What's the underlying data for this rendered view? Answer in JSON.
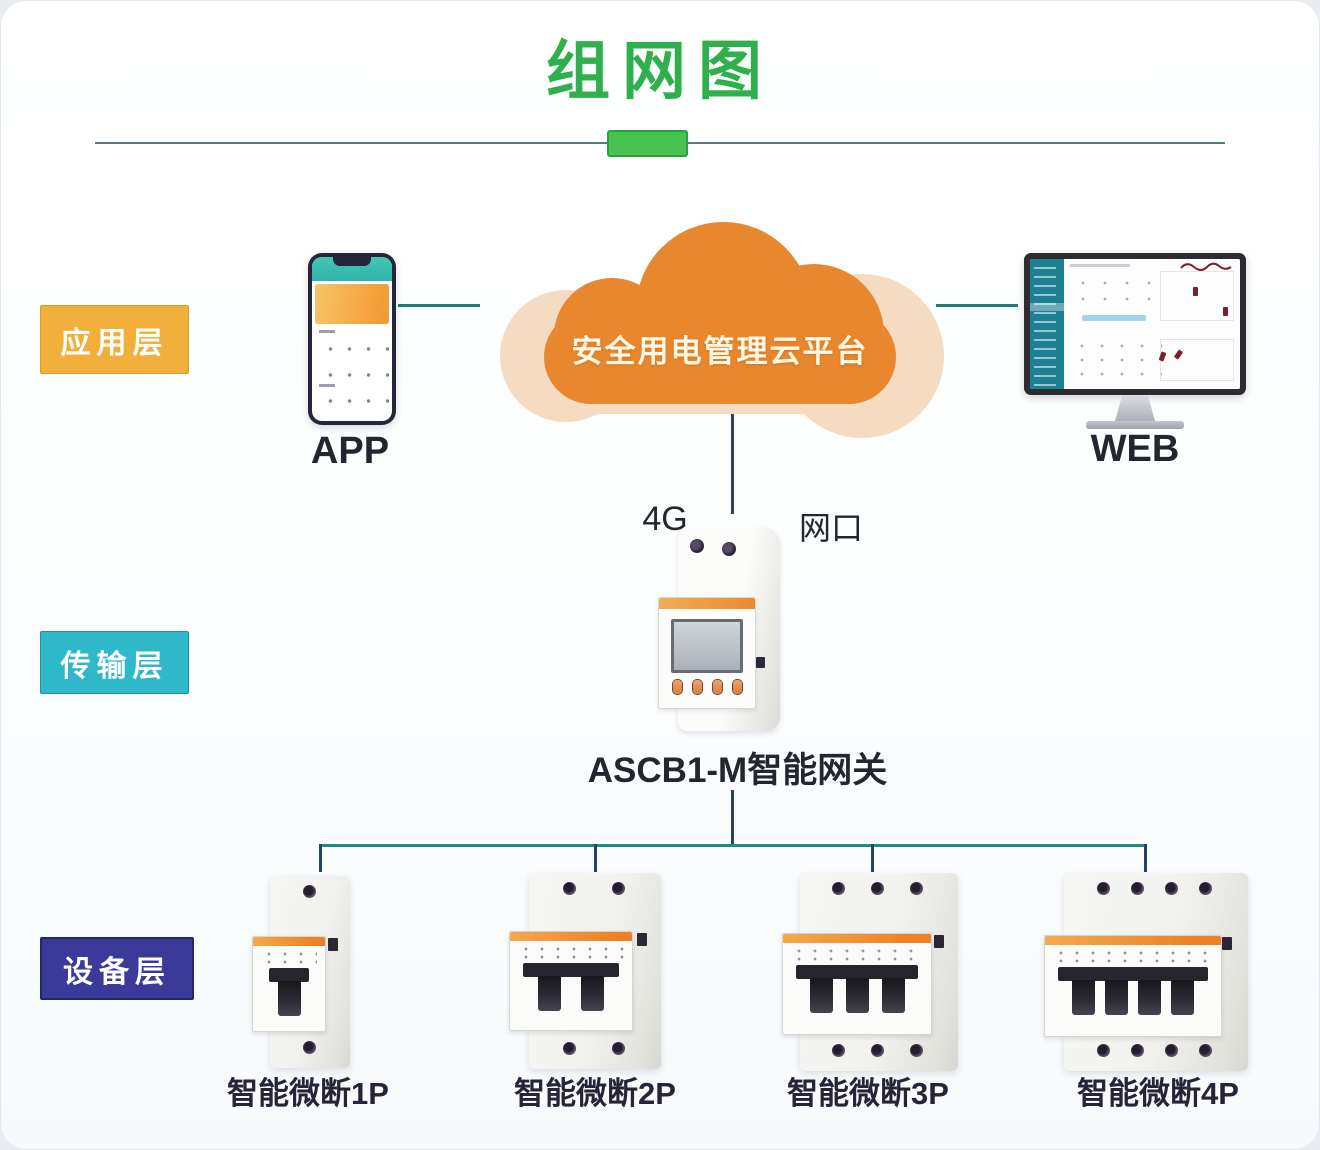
{
  "title": "组网图",
  "layers": {
    "application": {
      "label": "应用层"
    },
    "transport": {
      "label": "传输层"
    },
    "device": {
      "label": "设备层"
    }
  },
  "application_layer": {
    "app_label": "APP",
    "cloud_label": "安全用电管理云平台",
    "web_label": "WEB"
  },
  "transport_layer": {
    "port_4g": "4G",
    "port_lan": "网口",
    "gateway_label": "ASCB1-M智能网关"
  },
  "device_layer": {
    "devices": [
      {
        "label": "智能微断1P",
        "poles": 1
      },
      {
        "label": "智能微断2P",
        "poles": 2
      },
      {
        "label": "智能微断3P",
        "poles": 3
      },
      {
        "label": "智能微断4P",
        "poles": 4
      }
    ]
  },
  "colors": {
    "title_green": "#2fb04c",
    "accent_green": "#47c350",
    "badge_yellow": "#F1B03C",
    "badge_cyan": "#2FB7CA",
    "badge_indigo": "#3B3A9B",
    "cloud_orange": "#E8872D",
    "cloud_back": "#F5DBC1",
    "device_strip_orange": "#EE8127",
    "line_teal": "#1F8C84",
    "line_navy": "#26416C"
  }
}
